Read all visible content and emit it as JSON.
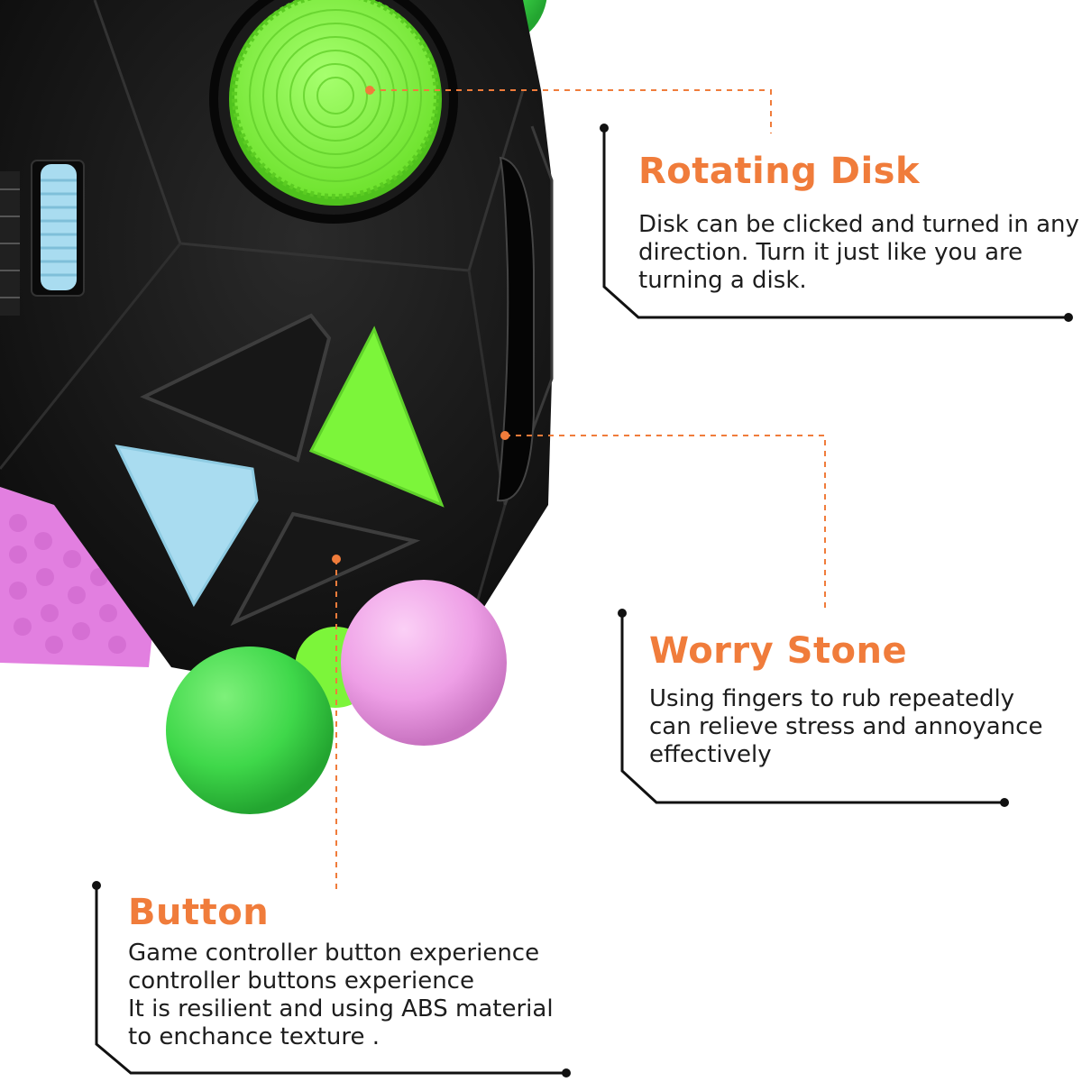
{
  "colors": {
    "accent": "#F07C3B",
    "text": "#1d1d1d",
    "cube_body": "#111111",
    "green": "#7CF53A",
    "ball_green": "#3FD84A",
    "light_blue": "#A9DCF0",
    "pink": "#E27FE0",
    "ball_pink": "#EE9FE6"
  },
  "features": {
    "rotating_disk": {
      "title": "Rotating Disk",
      "lines": [
        "Disk can be clicked and turned in any",
        "direction. Turn it just like you are",
        "turning a disk."
      ]
    },
    "worry_stone": {
      "title": "Worry Stone",
      "lines": [
        "Using fingers to rub repeatedly",
        "can relieve stress and annoyance",
        "effectively"
      ]
    },
    "button": {
      "title": "Button",
      "lines": [
        "Game controller button experience",
        "controller buttons experience",
        "It is resilient and using ABS material",
        "to enchance texture ."
      ]
    }
  }
}
